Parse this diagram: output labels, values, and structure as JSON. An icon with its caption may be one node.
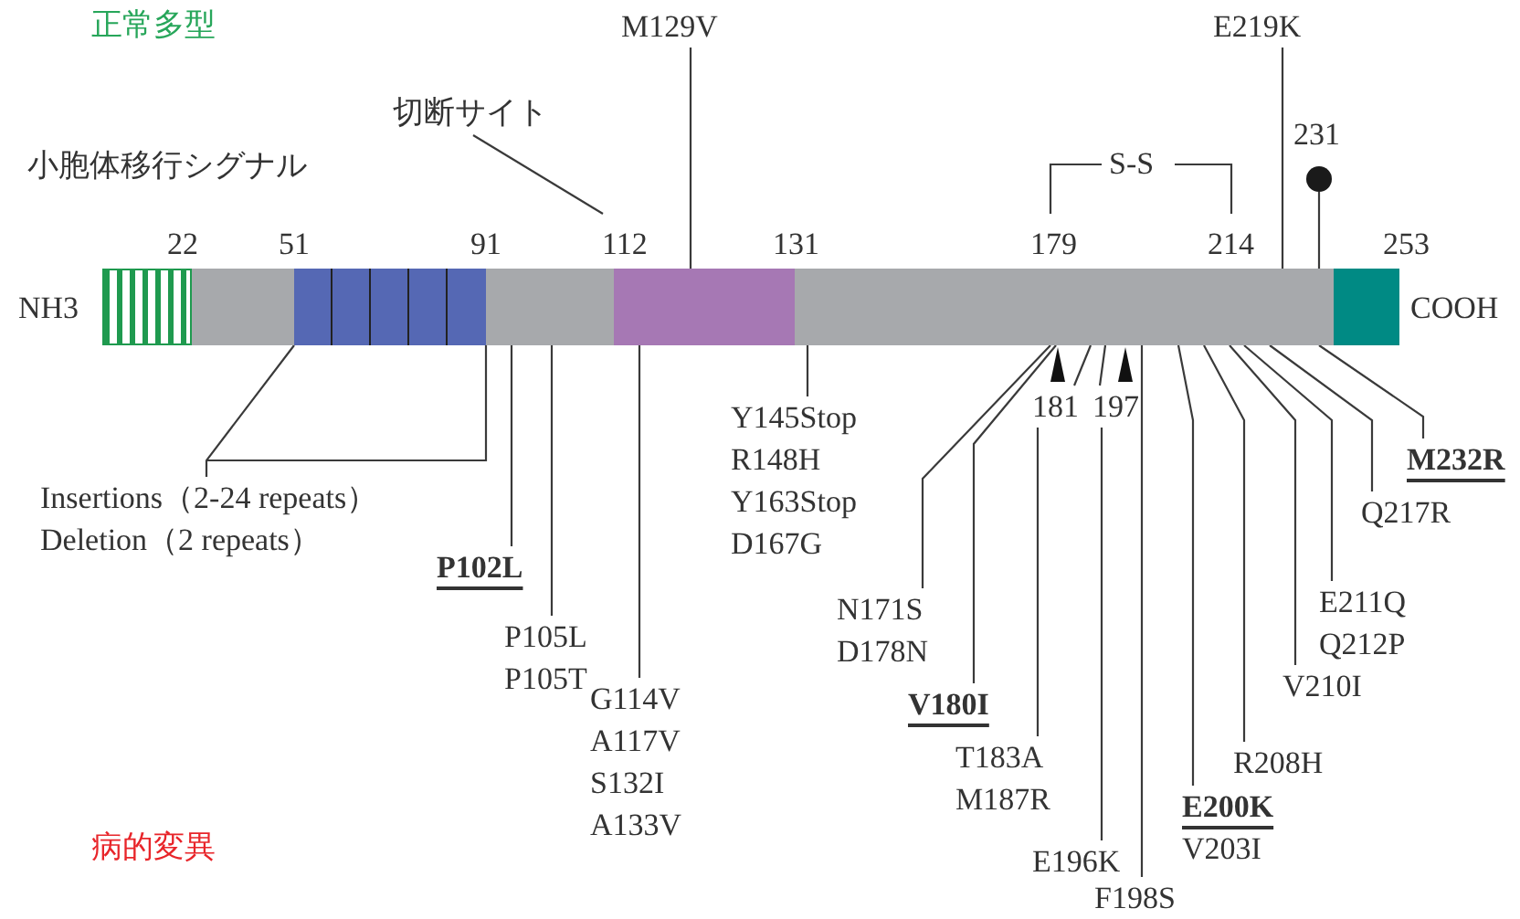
{
  "diagram": {
    "nodes": [
      {
        "text": [],
        "shape": "bar",
        "beside": [
          "NH3"
        ]
      },
      {
        "text": [],
        "shape": "bar"
      },
      {
        "text": [],
        "shape": "bar",
        "in": 1
      },
      {
        "text": [],
        "shape": "bar",
        "in": 1
      },
      {
        "text": [],
        "shape": "bar",
        "beside": [
          "COOH"
        ]
      },
      {
        "text": [
          "M129V"
        ]
      },
      {
        "text": [
          "E219K"
        ]
      },
      {
        "text": [
          "切断サイト"
        ]
      },
      {
        "text": [
          "181"
        ]
      },
      {
        "text": [
          "197"
        ]
      },
      {
        "text": [
          "Insertions（2-24 repeats）",
          "Deletion（2 repeats）"
        ]
      },
      {
        "text": [
          "P102L"
        ]
      },
      {
        "text": [
          "P105L",
          "P105T"
        ]
      },
      {
        "text": [
          "G114V",
          "A117V",
          "S132I",
          "A133V"
        ]
      },
      {
        "text": [
          "Y145Stop",
          "R148H",
          "Y163Stop",
          "D167G"
        ]
      },
      {
        "text": [
          "N171S",
          "D178N"
        ]
      },
      {
        "text": [
          "V180I"
        ]
      },
      {
        "text": [
          "T183A",
          "M187R"
        ]
      },
      {
        "text": [
          "E196K"
        ]
      },
      {
        "text": [
          "F198S"
        ]
      },
      {
        "text": [
          "E200K",
          "V203I"
        ]
      },
      {
        "text": [
          "R208H"
        ]
      },
      {
        "text": [
          "V210I"
        ]
      },
      {
        "text": [
          "E211Q",
          "Q212P"
        ]
      },
      {
        "text": [
          "Q217R"
        ]
      },
      {
        "text": [
          "M232R"
        ]
      },
      {
        "text": [],
        "shape": "circle",
        "beside": [
          "231"
        ]
      }
    ],
    "edges": [
      {
        "from": 5,
        "to": 3,
        "arrow": "none"
      },
      {
        "from": 6,
        "to": 1,
        "arrow": "none"
      },
      {
        "from": 7,
        "to": null,
        "arrow": "none"
      },
      {
        "from": 8,
        "to": 1,
        "arrow": "none"
      },
      {
        "from": 9,
        "to": 1,
        "arrow": "none"
      },
      {
        "from": 10,
        "to": 2,
        "arrow": "none"
      },
      {
        "from": 11,
        "to": 1,
        "arrow": "none"
      },
      {
        "from": 12,
        "to": 1,
        "arrow": "none"
      },
      {
        "from": 13,
        "to": 3,
        "arrow": "none"
      },
      {
        "from": 14,
        "to": 1,
        "arrow": "none"
      },
      {
        "from": 15,
        "to": 1,
        "arrow": "none"
      },
      {
        "from": 16,
        "to": 1,
        "arrow": "none"
      },
      {
        "from": 17,
        "to": 8,
        "arrow": "none"
      },
      {
        "from": 18,
        "to": 9,
        "arrow": "none"
      },
      {
        "from": 19,
        "to": 1,
        "arrow": "none"
      },
      {
        "from": 20,
        "to": 1,
        "arrow": "none"
      },
      {
        "from": 21,
        "to": 1,
        "arrow": "none"
      },
      {
        "from": 22,
        "to": 1,
        "arrow": "none"
      },
      {
        "from": 23,
        "to": 1,
        "arrow": "none"
      },
      {
        "from": 24,
        "to": 1,
        "arrow": "none"
      },
      {
        "from": 25,
        "to": 1,
        "arrow": "none"
      },
      {
        "from": 26,
        "to": 1,
        "arrow": "none"
      }
    ],
    "labels": [
      "正常多型",
      "S-S",
      "小胞体移行シグナル",
      "22",
      "51",
      "91",
      "112",
      "131",
      "179",
      "214",
      "253",
      "病的変異"
    ]
  }
}
